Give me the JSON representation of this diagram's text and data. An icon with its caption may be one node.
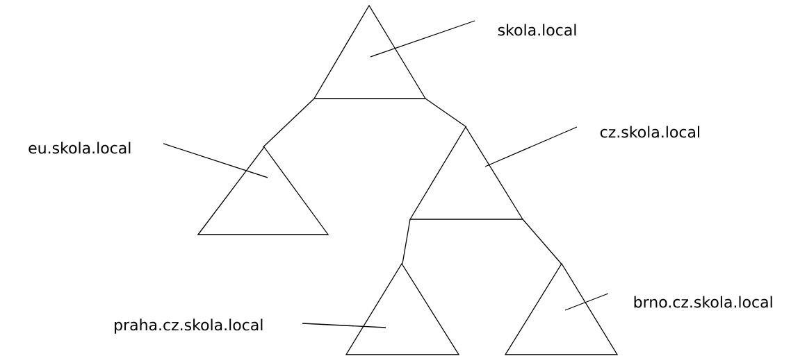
{
  "diagram": {
    "nodes": [
      {
        "text": [],
        "shape": "triangle"
      },
      {
        "text": [
          "skola.local"
        ]
      },
      {
        "text": [
          "eu.skola.local"
        ]
      },
      {
        "text": [],
        "shape": "triangle"
      },
      {
        "text": [],
        "shape": "triangle"
      },
      {
        "text": [
          "cz.skola.local"
        ]
      },
      {
        "text": [],
        "shape": "triangle"
      },
      {
        "text": [],
        "shape": "triangle"
      },
      {
        "text": [
          "brno.cz.skola.local"
        ]
      },
      {
        "text": [
          "praha.cz.skola.local"
        ]
      }
    ],
    "edges": [
      {
        "from": 0,
        "to": 3,
        "arrow": "none"
      },
      {
        "from": 0,
        "to": 4,
        "arrow": "none"
      },
      {
        "from": 4,
        "to": 6,
        "arrow": "none"
      },
      {
        "from": 4,
        "to": 7,
        "arrow": "none"
      },
      {
        "from": 1,
        "to": 0,
        "arrow": "none"
      },
      {
        "from": 2,
        "to": 3,
        "arrow": "none"
      },
      {
        "from": 5,
        "to": 4,
        "arrow": "none"
      },
      {
        "from": 8,
        "to": 7,
        "arrow": "none"
      },
      {
        "from": 9,
        "to": 6,
        "arrow": "none"
      }
    ]
  }
}
